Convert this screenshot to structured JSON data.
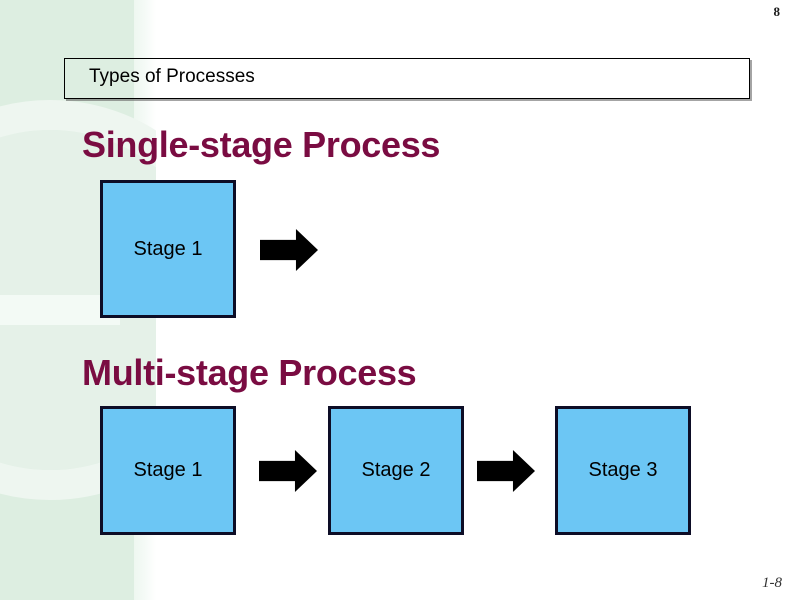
{
  "slide": {
    "page_number_top": "8",
    "footer_number": "1-8",
    "title": "Types of Processes",
    "accent_color": "#7a0c42",
    "box_fill_color": "#6cc6f4",
    "box_border_color": "#0d0d26",
    "band_color": "#ddeee1",
    "arrow_color": "#000000"
  },
  "sections": [
    {
      "heading": "Single-stage Process",
      "boxes": [
        {
          "label": "Stage 1"
        }
      ],
      "arrows": [
        {
          "name": "flow-arrow",
          "direction": "right"
        }
      ]
    },
    {
      "heading": "Multi-stage Process",
      "boxes": [
        {
          "label": "Stage 1"
        },
        {
          "label": "Stage 2"
        },
        {
          "label": "Stage 3"
        }
      ],
      "arrows": [
        {
          "name": "flow-arrow",
          "direction": "right"
        },
        {
          "name": "flow-arrow",
          "direction": "right"
        }
      ]
    }
  ]
}
